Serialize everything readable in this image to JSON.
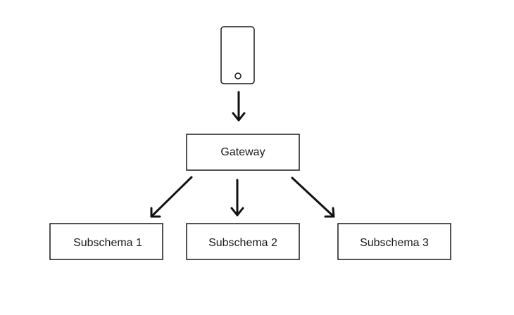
{
  "diagram": {
    "client": {
      "icon": "mobile-phone-icon"
    },
    "gateway": {
      "label": "Gateway"
    },
    "subschemas": [
      {
        "label": "Subschema 1"
      },
      {
        "label": "Subschema 2"
      },
      {
        "label": "Subschema 3"
      }
    ],
    "edges": [
      {
        "from": "client",
        "to": "gateway"
      },
      {
        "from": "gateway",
        "to": "subschema-1"
      },
      {
        "from": "gateway",
        "to": "subschema-2"
      },
      {
        "from": "gateway",
        "to": "subschema-3"
      }
    ]
  }
}
